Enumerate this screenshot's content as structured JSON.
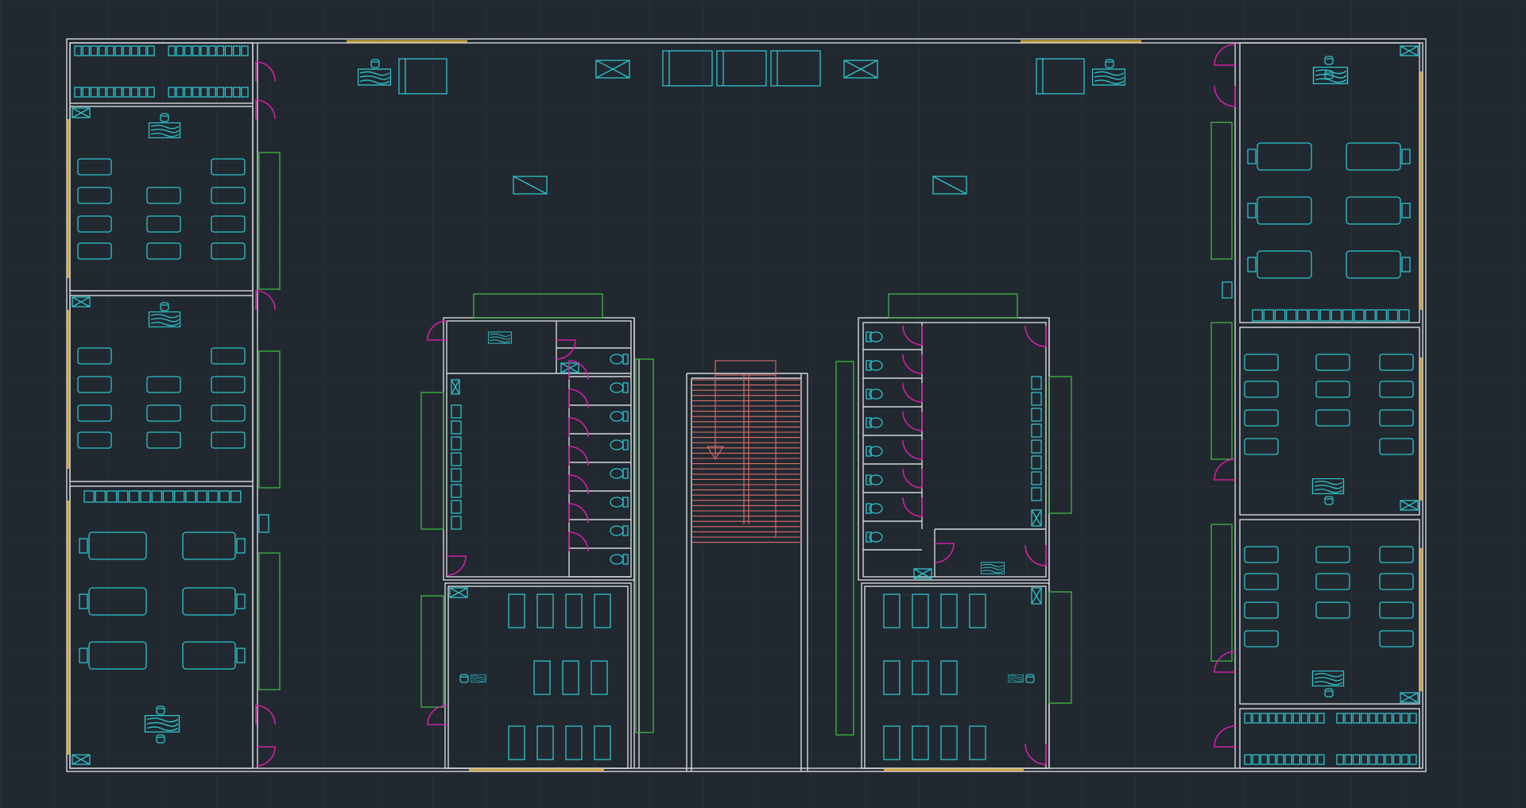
{
  "colors": {
    "background": "#212830",
    "grid": "#2c3440",
    "walls": "#d6d8dc",
    "furniture": "#2ec4cc",
    "doors": "#d21fa6",
    "boards": "#3fb83f",
    "windows": "#c9a23c",
    "stairs": "#d9716b"
  },
  "layers": [
    "walls",
    "furniture",
    "doors",
    "boards",
    "windows",
    "stairs"
  ],
  "icons": {
    "door": "door-swing-icon",
    "toilet": "toilet-icon",
    "desk": "teacher-desk-icon",
    "chair": "chair-icon",
    "column": "column-box-icon",
    "stair_arrow": "stair-direction-arrow-icon"
  }
}
